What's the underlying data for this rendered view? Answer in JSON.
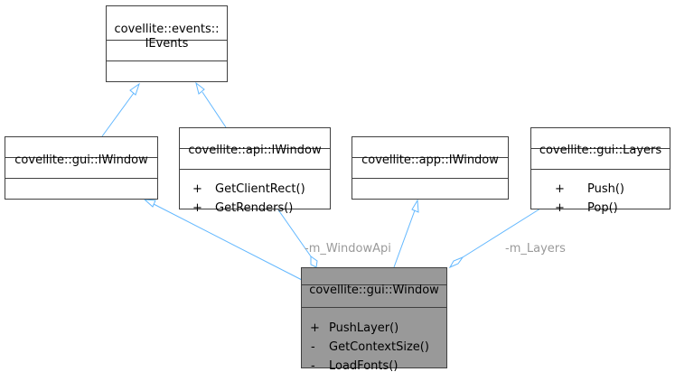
{
  "colors": {
    "box_border": "#404040",
    "box_fill": "#ffffff",
    "highlight_fill": "#999999",
    "edge": "#63b8ff",
    "edge_label": "#9a9a9a"
  },
  "classes": {
    "ievents": {
      "title_line1": "covellite::events::",
      "title_line2": "IEvents"
    },
    "gui_iwindow": {
      "title": "covellite::gui::IWindow"
    },
    "api_iwindow": {
      "title": "covellite::api::IWindow",
      "members": [
        {
          "visibility": "+",
          "name": "GetClientRect()"
        },
        {
          "visibility": "+",
          "name": "GetRenders()"
        }
      ]
    },
    "app_iwindow": {
      "title": "covellite::app::IWindow"
    },
    "gui_layers": {
      "title": "covellite::gui::Layers",
      "members": [
        {
          "visibility": "+",
          "name": "Push()"
        },
        {
          "visibility": "+",
          "name": "Pop()"
        }
      ]
    },
    "gui_window": {
      "title": "covellite::gui::Window",
      "members": [
        {
          "visibility": "+",
          "name": "PushLayer()"
        },
        {
          "visibility": "-",
          "name": "GetContextSize()"
        },
        {
          "visibility": "-",
          "name": "LoadFonts()"
        }
      ]
    }
  },
  "edge_labels": {
    "window_api": "-m_WindowApi",
    "layers": "-m_Layers"
  }
}
